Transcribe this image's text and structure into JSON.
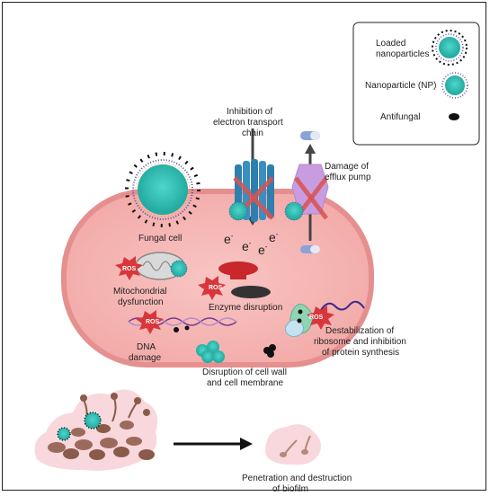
{
  "legend": {
    "loaded_np": "Loaded nanoparticles",
    "loaded_np_line1": "Loaded",
    "loaded_np_line2": "nanoparticles",
    "np": "Nanoparticle (NP)",
    "antifungal": "Antifungal"
  },
  "labels": {
    "etc_line1": "Inhibition of",
    "etc_line2": "electron transport",
    "etc_line3": "chain",
    "efflux_line1": "Damage of",
    "efflux_line2": "efflux pump",
    "fungal_cell": "Fungal cell",
    "mito_line1": "Mitochondrial",
    "mito_line2": "dysfunction",
    "enzyme": "Enzyme disruption",
    "dna_line1": "DNA",
    "dna_line2": "damage",
    "wall_line1": "Disruption of cell wall",
    "wall_line2": "and cell membrane",
    "ribo_line1": "Destabilization of",
    "ribo_line2": "ribosome and inhibition",
    "ribo_line3": "of protein synthesis",
    "biofilm_line1": "Penetration and destruction",
    "biofilm_line2": "of biofilm",
    "ros": "ROS",
    "electron": "e",
    "electron_sup": "-"
  },
  "colors": {
    "cell_fill": "#f5b8b8",
    "cell_stroke": "#e58f8f",
    "np_core": "#2bbfb5",
    "np_spike": "#5a4fa8",
    "ros_red": "#d9363b",
    "channel_blue": "#2e7fae",
    "pump_purple": "#c89ce0",
    "cross_red": "#d9534f",
    "biofilm_brown": "#9b6a5a",
    "biofilm_bg": "#f8d8dc"
  }
}
